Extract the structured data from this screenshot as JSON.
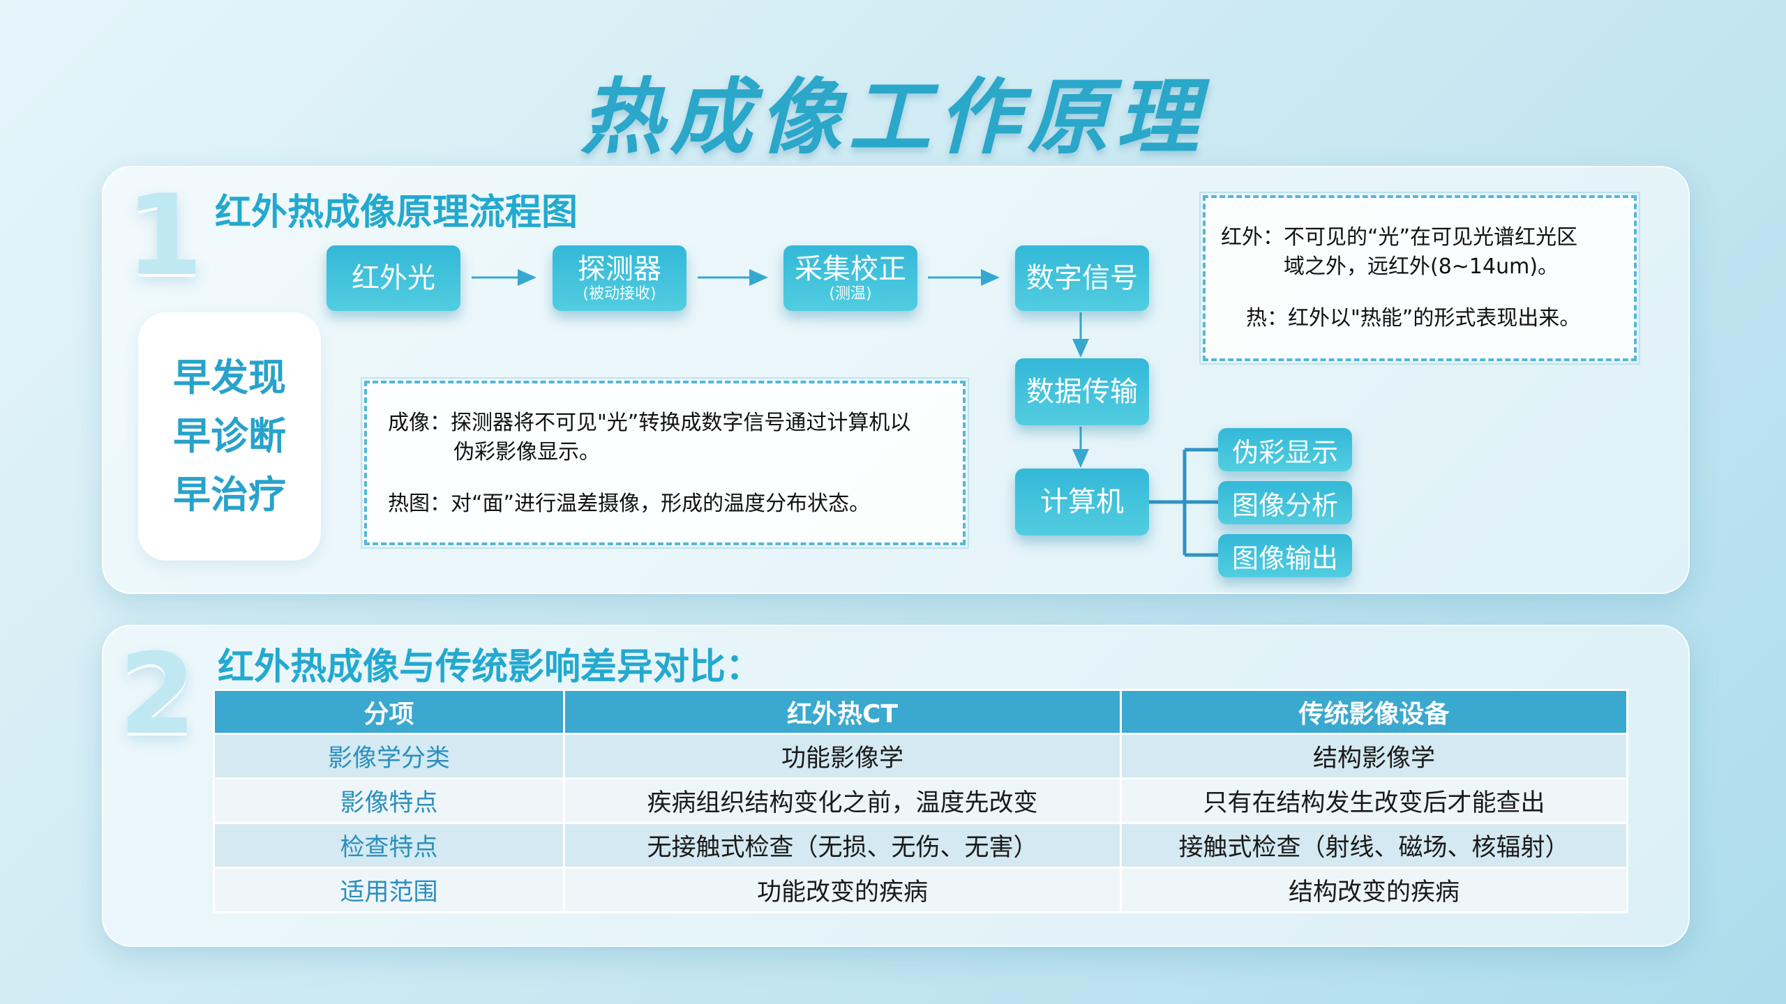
{
  "title": "热成像工作原理",
  "section1": {
    "number": "1",
    "title": "红外热成像原理流程图",
    "early_items": [
      "早发现",
      "早诊断",
      "早治疗"
    ],
    "nodes": {
      "infrared": "红外光",
      "detector": "探测器",
      "detector_sub": "(被动接收)",
      "acquire": "采集校正",
      "acquire_sub": "(测温)",
      "digital": "数字信号",
      "transfer": "数据传输",
      "computer": "计算机"
    },
    "outputs": [
      "伪彩显示",
      "图像分析",
      "图像输出"
    ],
    "imaging_box": {
      "line1": "成像：探测器将不可见\"光”转换成数字信号通过计算机以",
      "line2": "伪彩影像显示。",
      "line3": "热图：对“面”进行温差摄像，形成的温度分布状态。"
    },
    "infrared_box": {
      "line1": "红外：不可见的“光”在可见光谱红光区",
      "line2": "域之外，远红外(8~14um)。",
      "line3": "热：红外以\"热能”的形式表现出来。"
    }
  },
  "section2": {
    "number": "2",
    "title": "红外热成像与传统影响差异对比：",
    "table": {
      "headers": [
        "分项",
        "红外热CT",
        "传统影像设备"
      ],
      "rows": [
        [
          "影像学分类",
          "功能影像学",
          "结构影像学"
        ],
        [
          "影像特点",
          "疾病组织结构变化之前，温度先改变",
          "只有在结构发生改变后才能查出"
        ],
        [
          "检查特点",
          "无接触式检查（无损、无伤、无害）",
          "接触式检查（射线、磁场、核辐射）"
        ],
        [
          "适用范围",
          "功能改变的疾病",
          "结构改变的疾病"
        ]
      ]
    }
  }
}
